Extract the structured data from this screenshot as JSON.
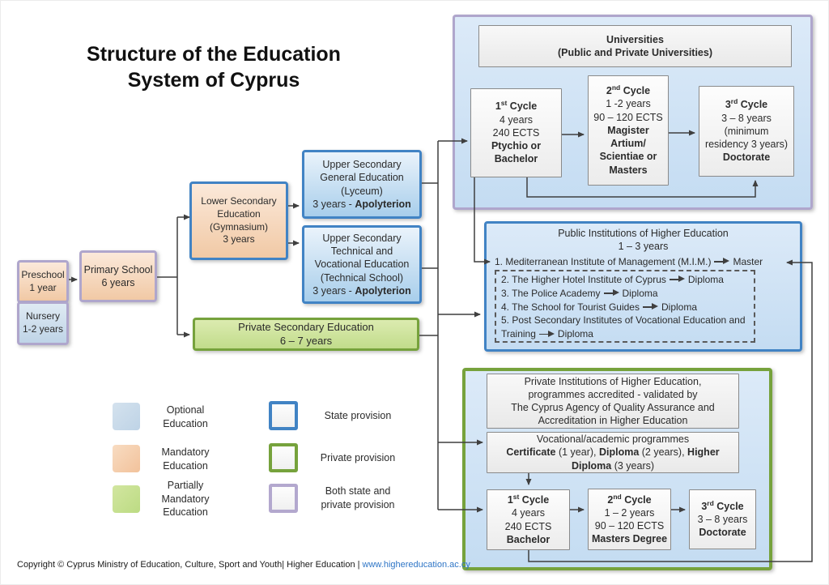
{
  "title": "Structure of the Education\nSystem of Cyprus",
  "colors": {
    "state_border": "#4183c4",
    "private_border": "#76a23c",
    "both_border": "#afa6cc",
    "optional_fill": "#c8daea",
    "mandatory_fill": "#f6d4b6",
    "partially_fill": "#c8e191",
    "line": "#3f3f3f",
    "link": "#2e75c6"
  },
  "school_path": {
    "preschool": "Preschool\n1 year",
    "nursery": "Nursery\n1-2 years",
    "primary": "Primary School\n6 years",
    "lower_secondary": "Lower Secondary\nEducation\n(Gymnasium)\n3 years",
    "upper_general": {
      "lines": "Upper Secondary\nGeneral Education\n(Lyceum)",
      "duration": "3 years - ",
      "qualification": "Apolyterion"
    },
    "upper_technical": {
      "lines": "Upper Secondary\nTechnical and\nVocational Education\n(Technical School)",
      "duration": "3 years - ",
      "qualification": "Apolyterion"
    },
    "private_secondary": "Private Secondary Education\n6 – 7 years"
  },
  "universities": {
    "header": "Universities\n(Public and Private Universities)",
    "cycle1": {
      "num": "1",
      "sup": "st",
      "rest": " Cycle",
      "details": "4 years\n240 ECTS",
      "qualification": "Ptychio or\nBachelor"
    },
    "cycle2": {
      "num": "2",
      "sup": "nd",
      "rest": " Cycle",
      "details": "1 -2 years\n90 – 120 ECTS",
      "qualification": "Magister\nArtium/\nScientiae or\nMasters"
    },
    "cycle3": {
      "num": "3",
      "sup": "rd",
      "rest": " Cycle",
      "details": "3 – 8 years\n(minimum\nresidency 3 years)",
      "qualification": "Doctorate"
    }
  },
  "public_institutions": {
    "title": "Public Institutions of Higher Education\n1 – 3 years",
    "items": [
      {
        "label": "1. Mediterranean Institute of Management (M.I.M.)",
        "award": "Master"
      },
      {
        "label": "2. The Higher Hotel Institute of Cyprus",
        "award": "Diploma"
      },
      {
        "label": "3. The Police Academy",
        "award": "Diploma"
      },
      {
        "label": "4. The School for Tourist Guides",
        "award": "Diploma"
      },
      {
        "label": "5. Post Secondary Institutes of Vocational Education and Training",
        "award": "Diploma"
      }
    ]
  },
  "private_institutions": {
    "header": "Private Institutions of Higher Education,\nprogrammes accredited - validated by\nThe Cyprus Agency of Quality Assurance and\nAccreditation in Higher Education",
    "programmes_title": "Vocational/academic programmes",
    "programmes_segments": [
      {
        "text": "Certificate",
        "bold": true
      },
      {
        "text": " (1 year), ",
        "bold": false
      },
      {
        "text": "Diploma",
        "bold": true
      },
      {
        "text": " (2 years), ",
        "bold": false
      },
      {
        "text": "Higher Diploma",
        "bold": true
      },
      {
        "text": " (3 years)",
        "bold": false
      }
    ],
    "cycle1": {
      "num": "1",
      "sup": "st",
      "rest": " Cycle",
      "details": "4 years\n240 ECTS",
      "qualification": "Bachelor"
    },
    "cycle2": {
      "num": "2",
      "sup": "nd",
      "rest": " Cycle",
      "details": "1 – 2 years\n90 – 120 ECTS",
      "qualification": "Masters Degree"
    },
    "cycle3": {
      "num": "3",
      "sup": "rd",
      "rest": " Cycle",
      "details": "3 – 8 years",
      "qualification": "Doctorate"
    }
  },
  "legend": {
    "fills": [
      {
        "label": "Optional\nEducation"
      },
      {
        "label": "Mandatory\nEducation"
      },
      {
        "label": "Partially\nMandatory\nEducation"
      }
    ],
    "borders": [
      {
        "label": "State provision"
      },
      {
        "label": "Private provision"
      },
      {
        "label": "Both state and\nprivate provision"
      }
    ]
  },
  "footer": {
    "copyright": "Copyright © Cyprus Ministry of Education, Culture, Sport and Youth| Higher Education | ",
    "link": "www.highereducation.ac.cy"
  }
}
